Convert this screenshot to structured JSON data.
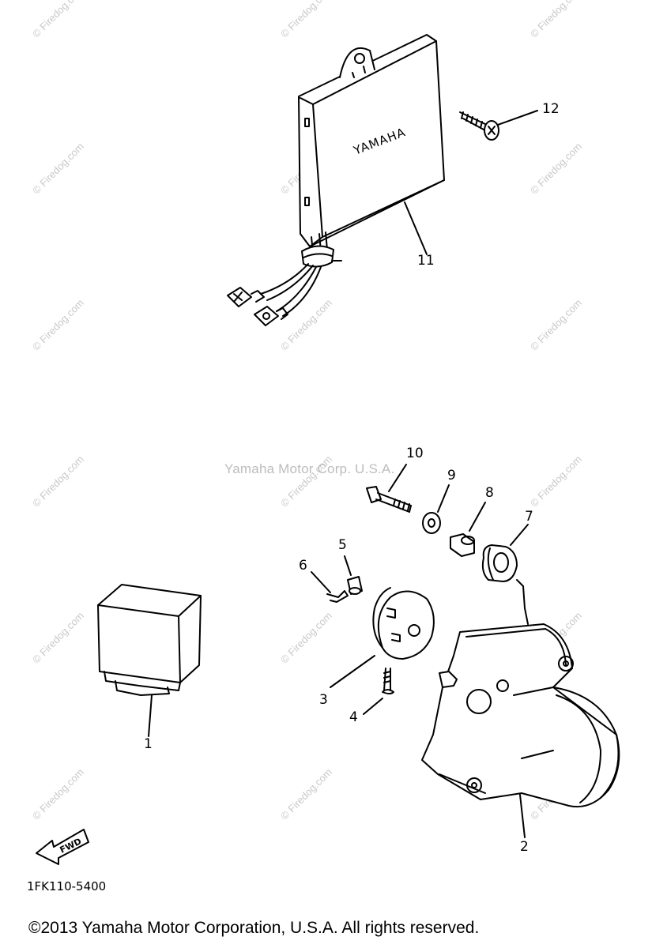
{
  "watermarks": {
    "site_text": "© Firedog.com",
    "corp_text": "Yamaha Motor Corp. U.S.A."
  },
  "part_callouts": [
    "1",
    "2",
    "3",
    "4",
    "5",
    "6",
    "7",
    "8",
    "9",
    "10",
    "11",
    "12"
  ],
  "unit_brand_text": "YAMAHA",
  "fwd_arrow_text": "FWD",
  "diagram_code": "1FK110-5400",
  "copyright": "©2013 Yamaha Motor Corporation, U.S.A. All rights reserved.",
  "colors": {
    "line": "#000000",
    "watermark": "#c9c9c9"
  }
}
